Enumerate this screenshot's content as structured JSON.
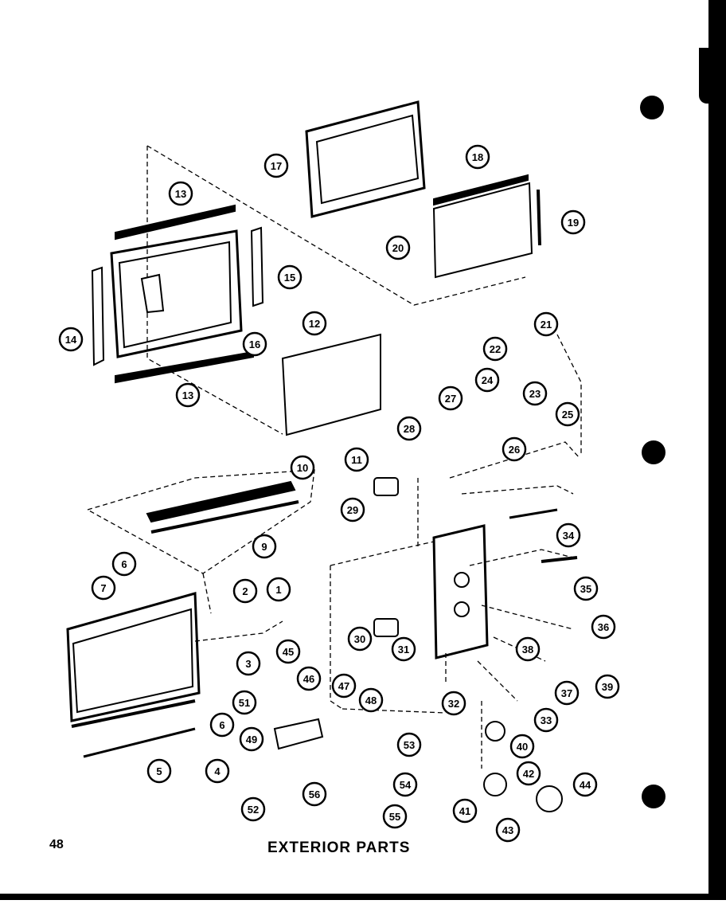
{
  "page": {
    "number": "48",
    "title": "EXTERIOR PARTS"
  },
  "callouts": [
    "1",
    "2",
    "3",
    "4",
    "5",
    "6",
    "6",
    "7",
    "9",
    "10",
    "11",
    "12",
    "13",
    "13",
    "14",
    "15",
    "16",
    "17",
    "18",
    "19",
    "20",
    "21",
    "22",
    "23",
    "24",
    "25",
    "26",
    "27",
    "28",
    "29",
    "30",
    "31",
    "32",
    "33",
    "34",
    "35",
    "36",
    "37",
    "38",
    "39",
    "40",
    "41",
    "42",
    "43",
    "44",
    "45",
    "46",
    "47",
    "48",
    "49",
    "51",
    "52",
    "53",
    "54",
    "55",
    "56"
  ],
  "colors": {
    "ink": "#000000",
    "paper": "#ffffff",
    "shade": "#9a9a9a"
  }
}
